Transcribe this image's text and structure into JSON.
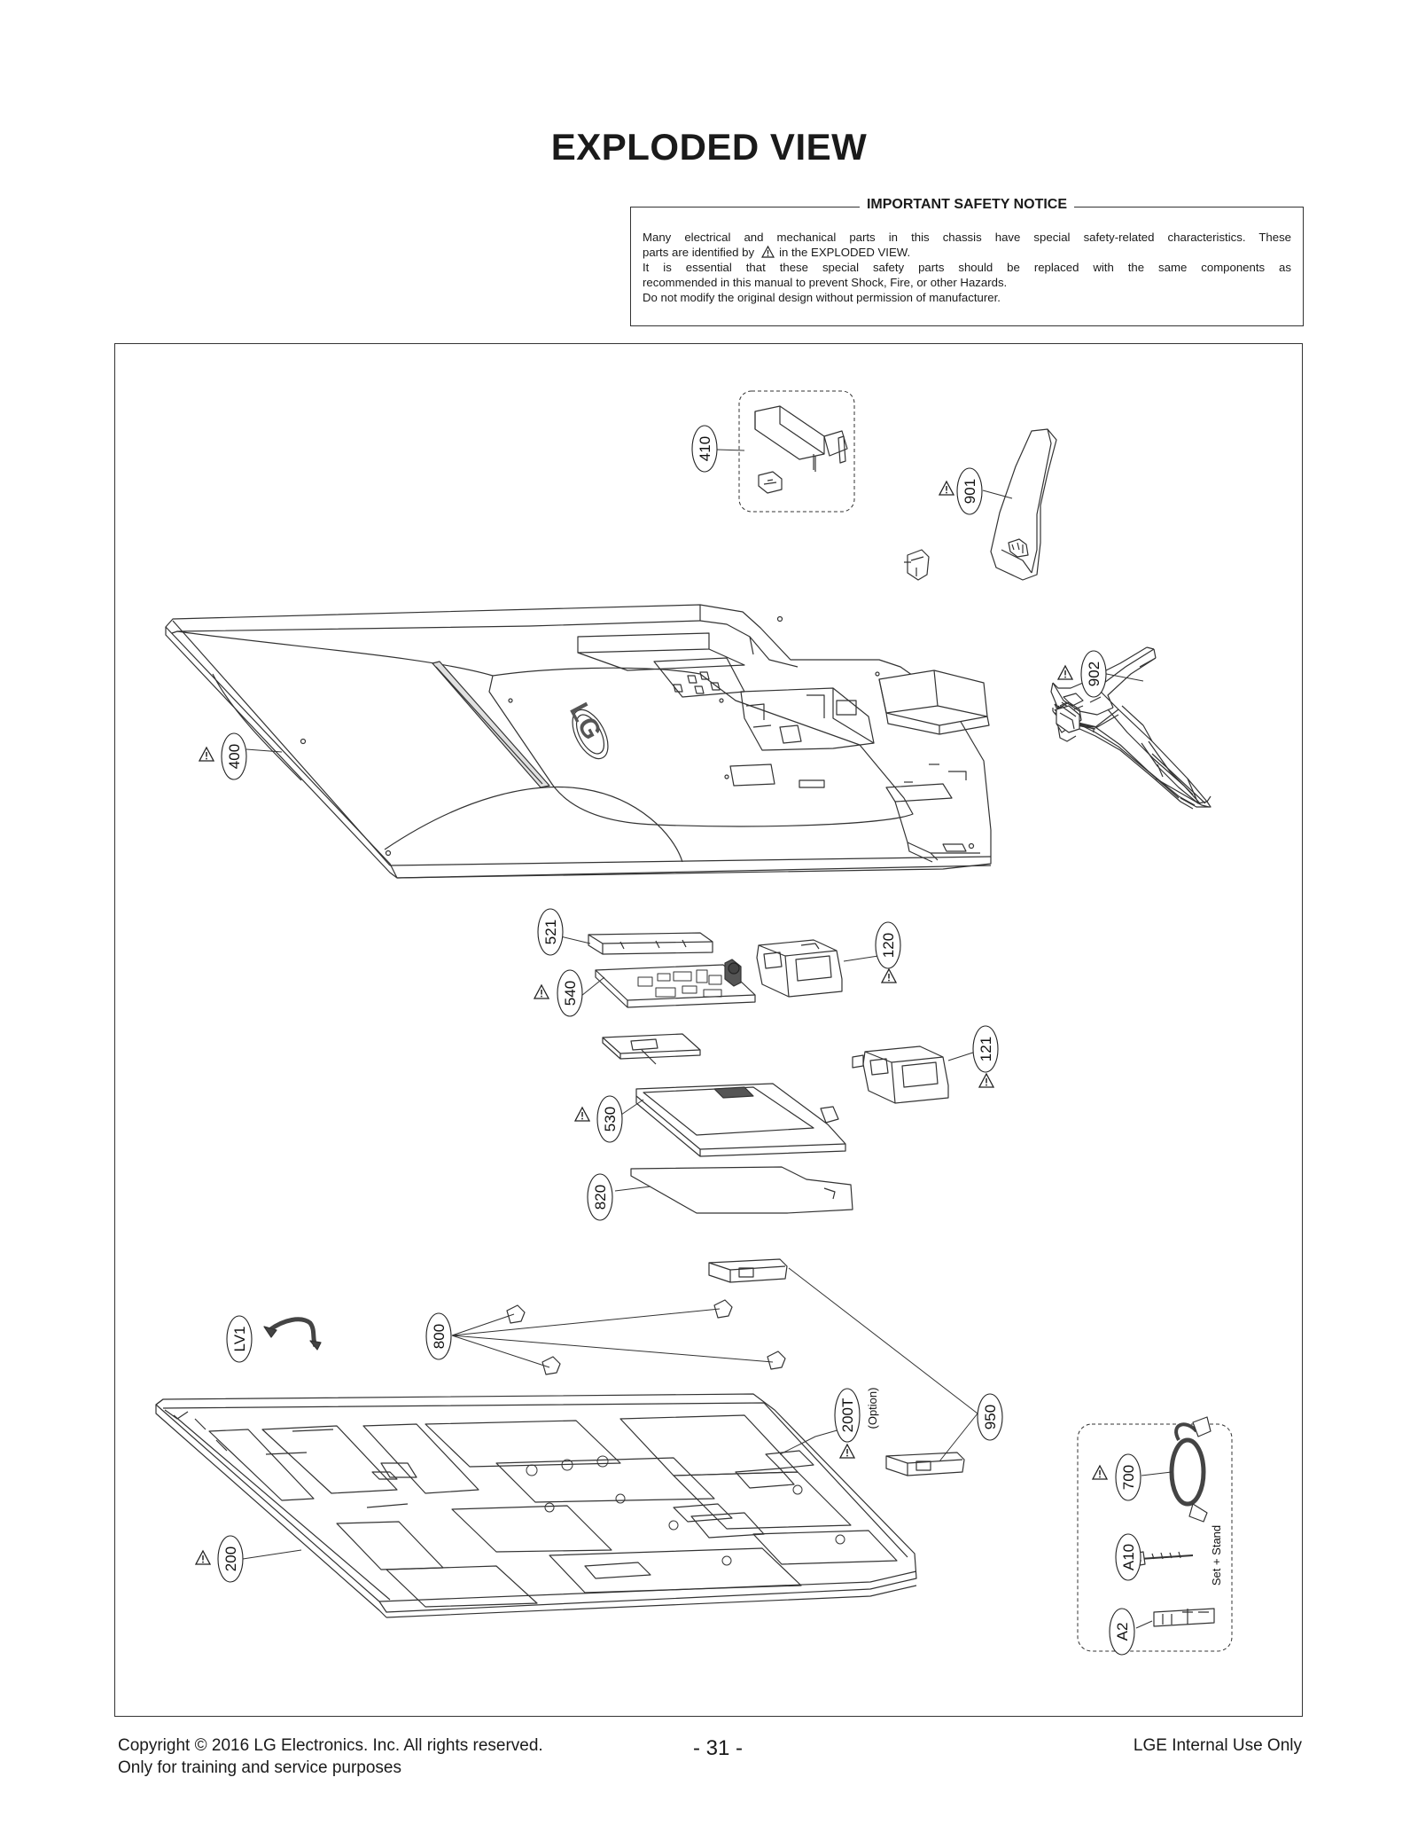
{
  "page": {
    "title": "EXPLODED VIEW"
  },
  "safety_notice": {
    "title": "IMPORTANT SAFETY NOTICE",
    "line1": "Many electrical and mechanical parts in this chassis have special safety-related characteristics. These",
    "line2_before": "parts are identified by",
    "line2_after": "in the EXPLODED VIEW.",
    "line3": "It is essential that these special safety parts should be replaced with the same components as",
    "line4": "recommended in this manual to prevent Shock, Fire, or other Hazards.",
    "line5": "Do not modify the original design without permission of manufacturer."
  },
  "callouts": {
    "c410": "410",
    "c901": "901",
    "c902": "902",
    "c400": "400",
    "c521": "521",
    "c120": "120",
    "c540": "540",
    "c121": "121",
    "c530": "530",
    "c820": "820",
    "cLV1": "LV1",
    "c800": "800",
    "c200T": "200T",
    "option": "(Option)",
    "c950": "950",
    "c200": "200",
    "c700": "700",
    "cA10": "A10",
    "cA2": "A2",
    "set_stand": "Set + Stand"
  },
  "labels": {
    "logo": "LG"
  },
  "footer": {
    "copyright": "Copyright  © 2016 LG Electronics. Inc. All rights reserved.",
    "purpose": "Only for training and service purposes",
    "page_number": "- 31 -",
    "internal": "LGE Internal Use Only"
  }
}
